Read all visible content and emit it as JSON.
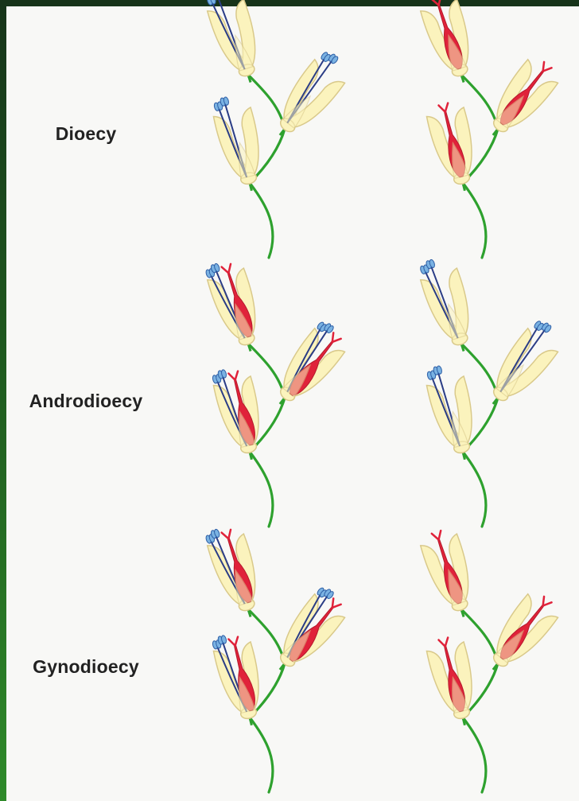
{
  "rows": [
    {
      "label": "Dioecy",
      "left_plant": "male",
      "right_plant": "female"
    },
    {
      "label": "Androdioecy",
      "left_plant": "hermaphrodite",
      "right_plant": "male"
    },
    {
      "label": "Gynodioecy",
      "left_plant": "hermaphrodite",
      "right_plant": "female"
    }
  ],
  "colors": {
    "stem": "#2ea12e",
    "petal_fill": "#fbf3bd",
    "petal_stroke": "#d9c98a",
    "filament": "#2b3d86",
    "anther": "#7ab2e2",
    "anther_stroke": "#2e5fa6",
    "pistil": "#e0223a",
    "frame": "#1f5a1f",
    "panel": "#f8f8f6"
  }
}
